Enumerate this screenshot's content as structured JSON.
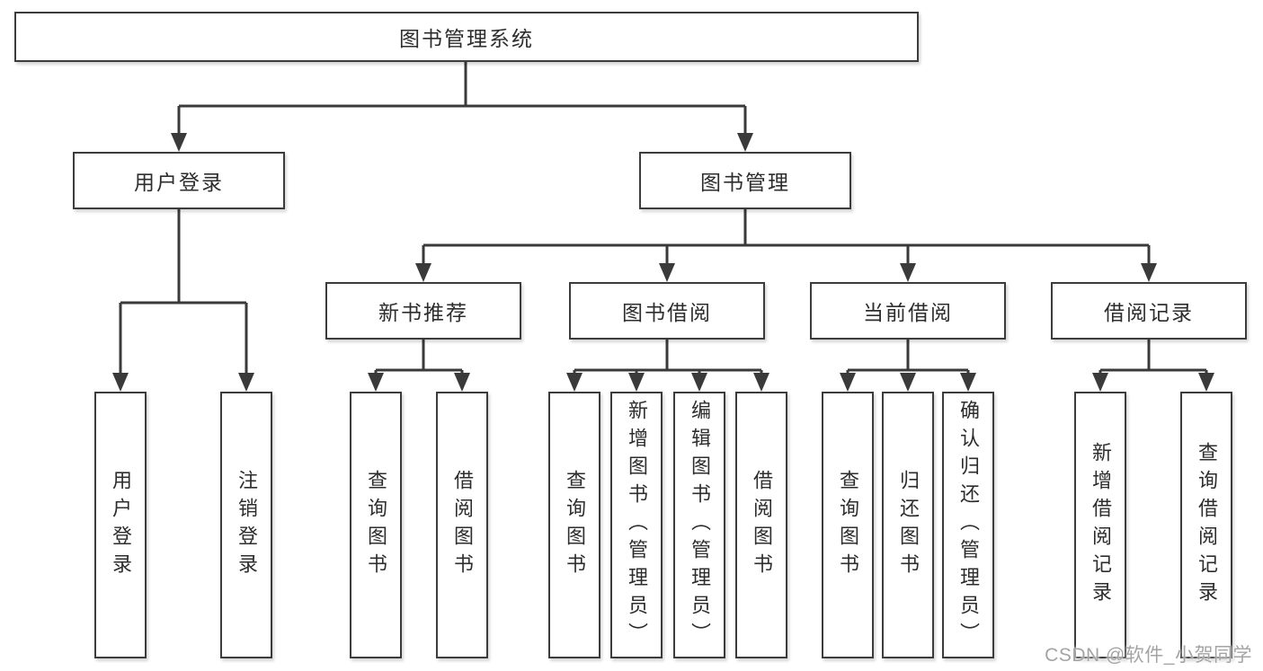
{
  "watermark": "CSDN @软件_小贺同学",
  "colors": {
    "line": "#3a3a3a",
    "box_border": "#3c3c3c",
    "text": "#2d2d2d",
    "watermark": "#a4a4a4",
    "background": "#ffffff"
  },
  "tree": {
    "root": {
      "label": "图书管理系统",
      "children": [
        {
          "label": "用户登录",
          "children": [
            {
              "label": "用户登录"
            },
            {
              "label": "注销登录"
            }
          ]
        },
        {
          "label": "图书管理",
          "children": [
            {
              "label": "新书推荐",
              "children": [
                {
                  "label": "查询图书"
                },
                {
                  "label": "借阅图书"
                }
              ]
            },
            {
              "label": "图书借阅",
              "children": [
                {
                  "label": "查询图书"
                },
                {
                  "label": "新增图书（管理员）"
                },
                {
                  "label": "编辑图书（管理员）"
                },
                {
                  "label": "借阅图书"
                }
              ]
            },
            {
              "label": "当前借阅",
              "children": [
                {
                  "label": "查询图书"
                },
                {
                  "label": "归还图书"
                },
                {
                  "label": "确认归还（管理员）"
                }
              ]
            },
            {
              "label": "借阅记录",
              "children": [
                {
                  "label": "新增借阅记录"
                },
                {
                  "label": "查询借阅记录"
                }
              ]
            }
          ]
        }
      ]
    }
  }
}
